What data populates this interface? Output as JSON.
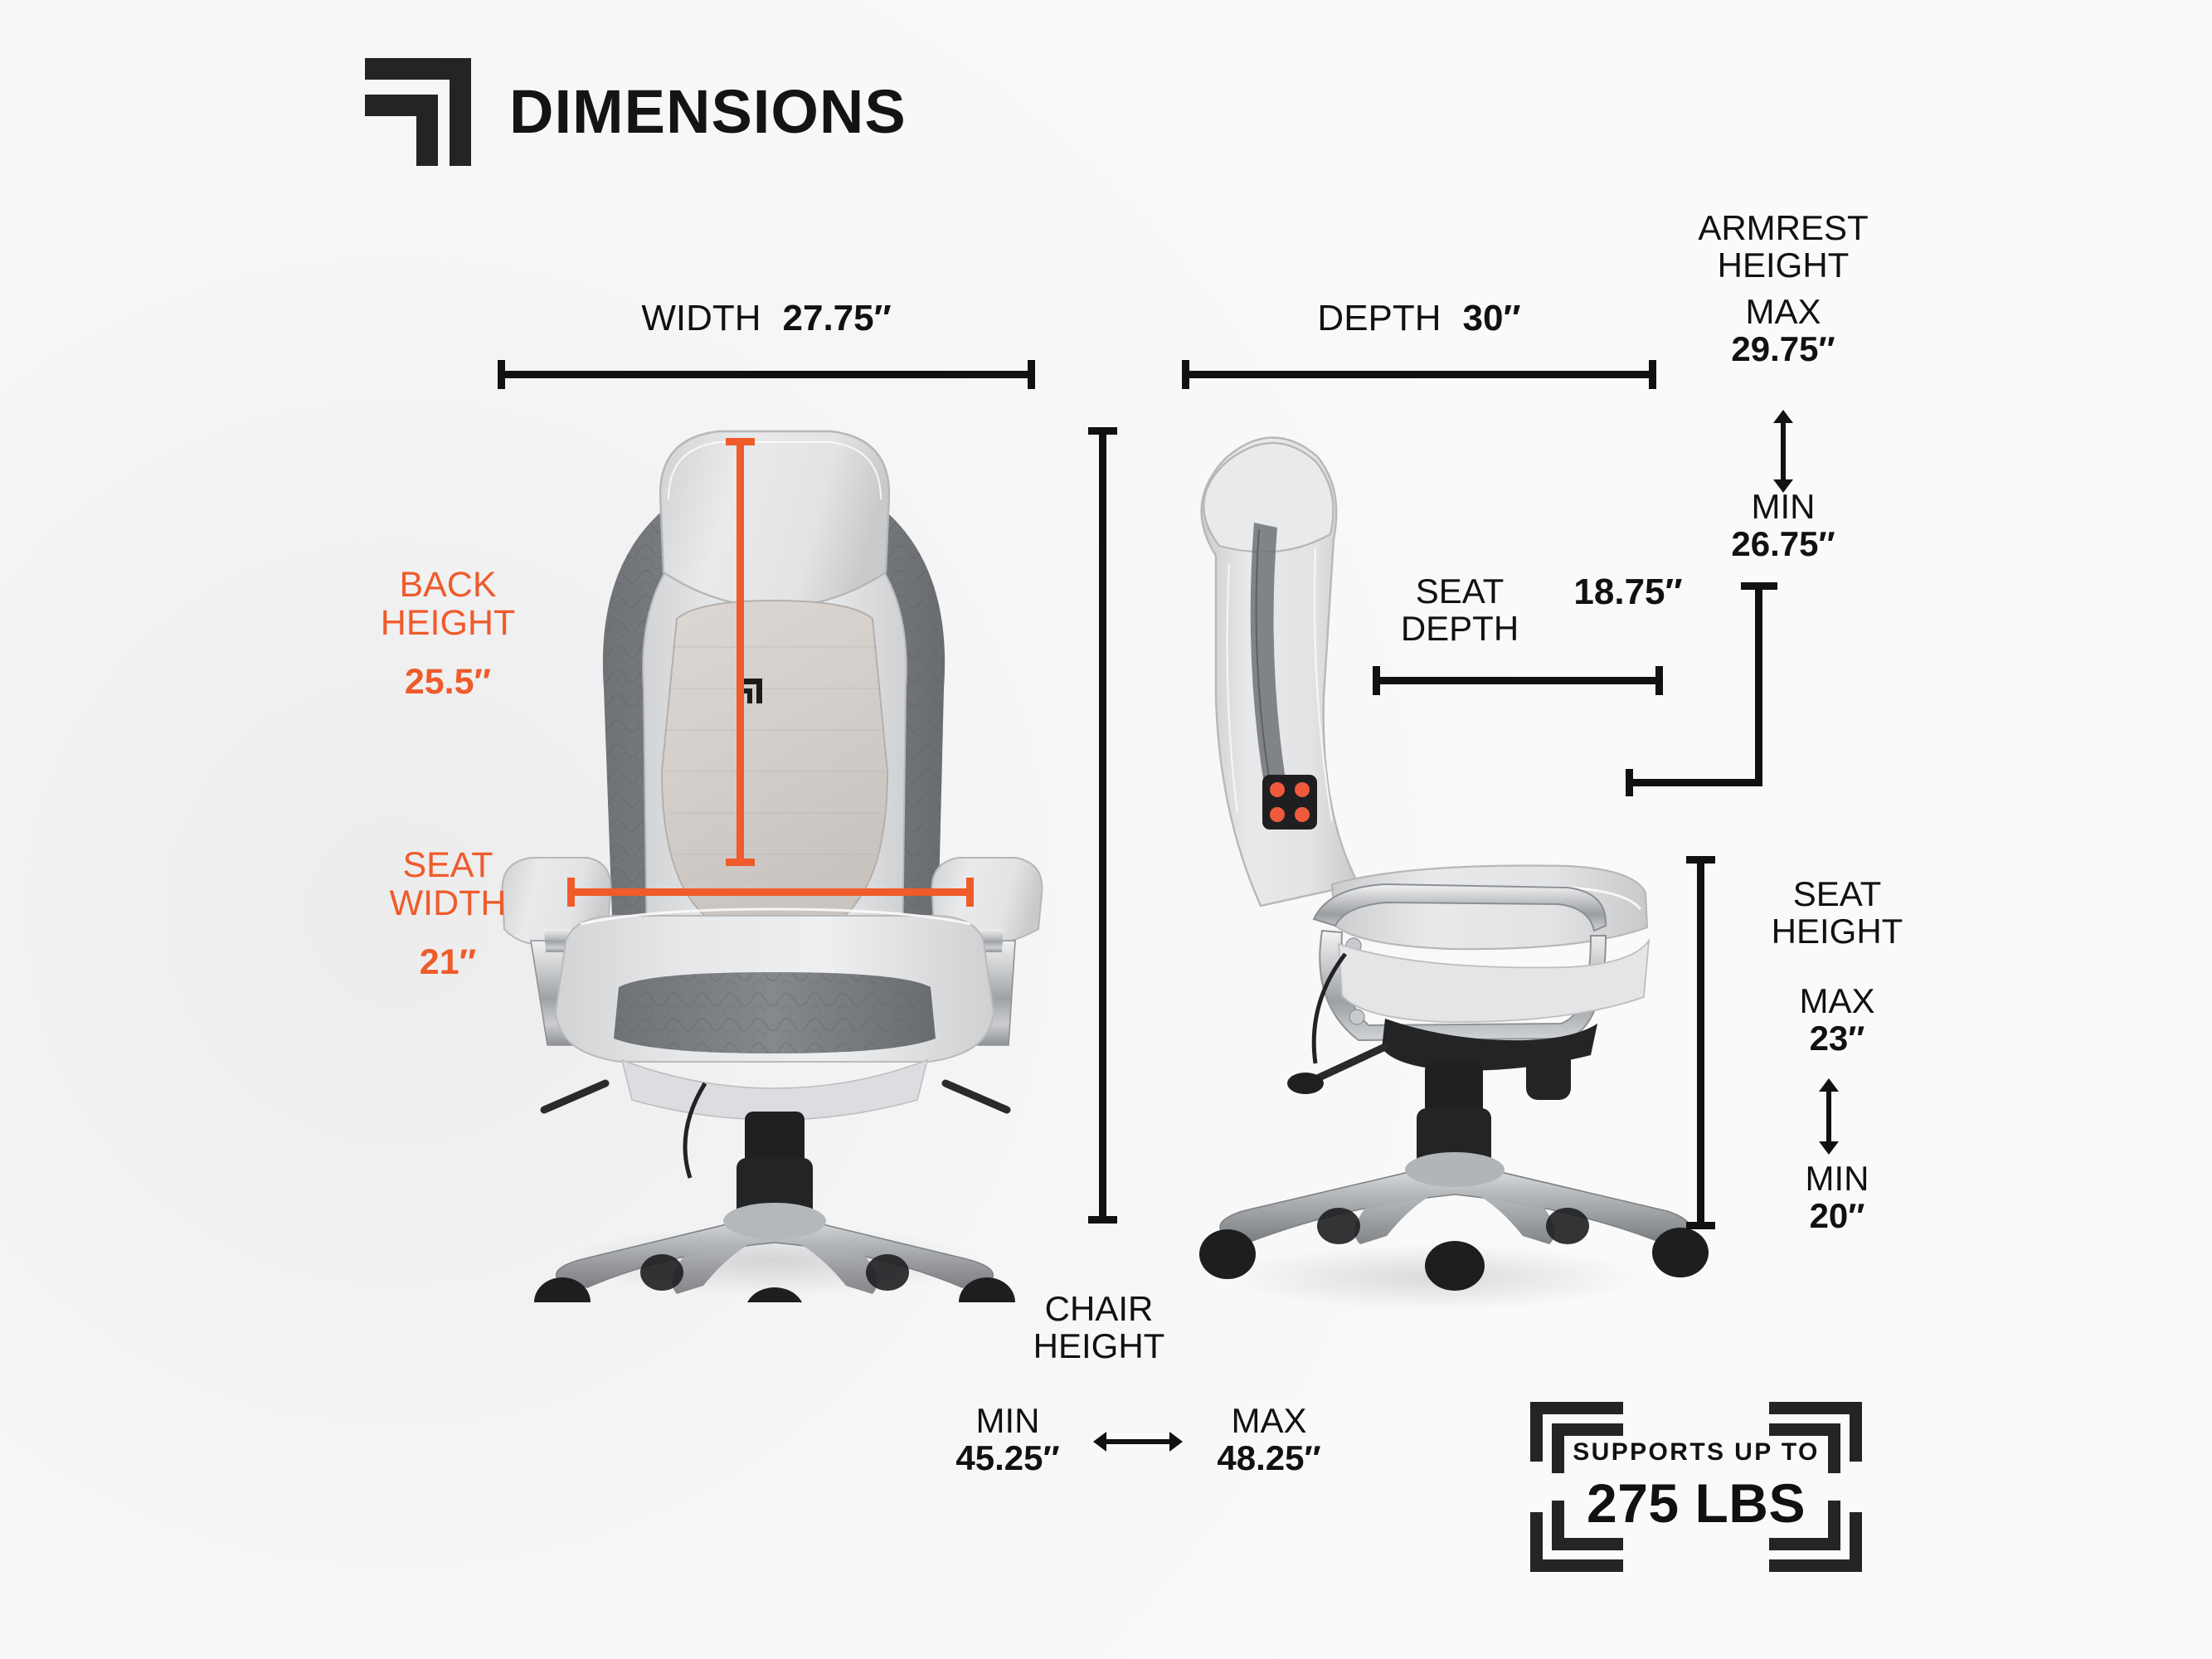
{
  "header": {
    "title": "DIMENSIONS",
    "logo_icon": "corner-bracket-logo-icon"
  },
  "measurements": {
    "width": {
      "label": "WIDTH",
      "value": "27.75″"
    },
    "depth": {
      "label": "DEPTH",
      "value": "30″"
    },
    "back_height": {
      "label_line1": "BACK",
      "label_line2": "HEIGHT",
      "value": "25.5″"
    },
    "seat_width": {
      "label_line1": "SEAT",
      "label_line2": "WIDTH",
      "value": "21″"
    },
    "armrest_height": {
      "label_line1": "ARMREST",
      "label_line2": "HEIGHT",
      "max_label": "MAX",
      "max_value": "29.75″",
      "min_label": "MIN",
      "min_value": "26.75″"
    },
    "seat_depth": {
      "label_line1": "SEAT",
      "label_line2": "DEPTH",
      "value": "18.75″"
    },
    "seat_height": {
      "label_line1": "SEAT",
      "label_line2": "HEIGHT",
      "max_label": "MAX",
      "max_value": "23″",
      "min_label": "MIN",
      "min_value": "20″"
    },
    "chair_height": {
      "label_line1": "CHAIR",
      "label_line2": "HEIGHT",
      "min_label": "MIN",
      "min_value": "45.25″",
      "max_label": "MAX",
      "max_value": "48.25″"
    }
  },
  "badge": {
    "supports_label": "SUPPORTS UP TO",
    "capacity": "275 LBS"
  },
  "colors": {
    "accent_orange": "#ef5b2b",
    "ink": "#111111",
    "background": "#f7f7f8"
  },
  "chart_data": {
    "type": "table",
    "title": "DIMENSIONS",
    "categories": [
      "WIDTH",
      "DEPTH",
      "BACK HEIGHT",
      "SEAT WIDTH",
      "ARMREST HEIGHT MAX",
      "ARMREST HEIGHT MIN",
      "SEAT DEPTH",
      "SEAT HEIGHT MAX",
      "SEAT HEIGHT MIN",
      "CHAIR HEIGHT MIN",
      "CHAIR HEIGHT MAX",
      "WEIGHT CAPACITY"
    ],
    "values": [
      27.75,
      30,
      25.5,
      21,
      29.75,
      26.75,
      18.75,
      23,
      20,
      45.25,
      48.25,
      275
    ],
    "units": [
      "in",
      "in",
      "in",
      "in",
      "in",
      "in",
      "in",
      "in",
      "in",
      "in",
      "in",
      "lbs"
    ]
  }
}
